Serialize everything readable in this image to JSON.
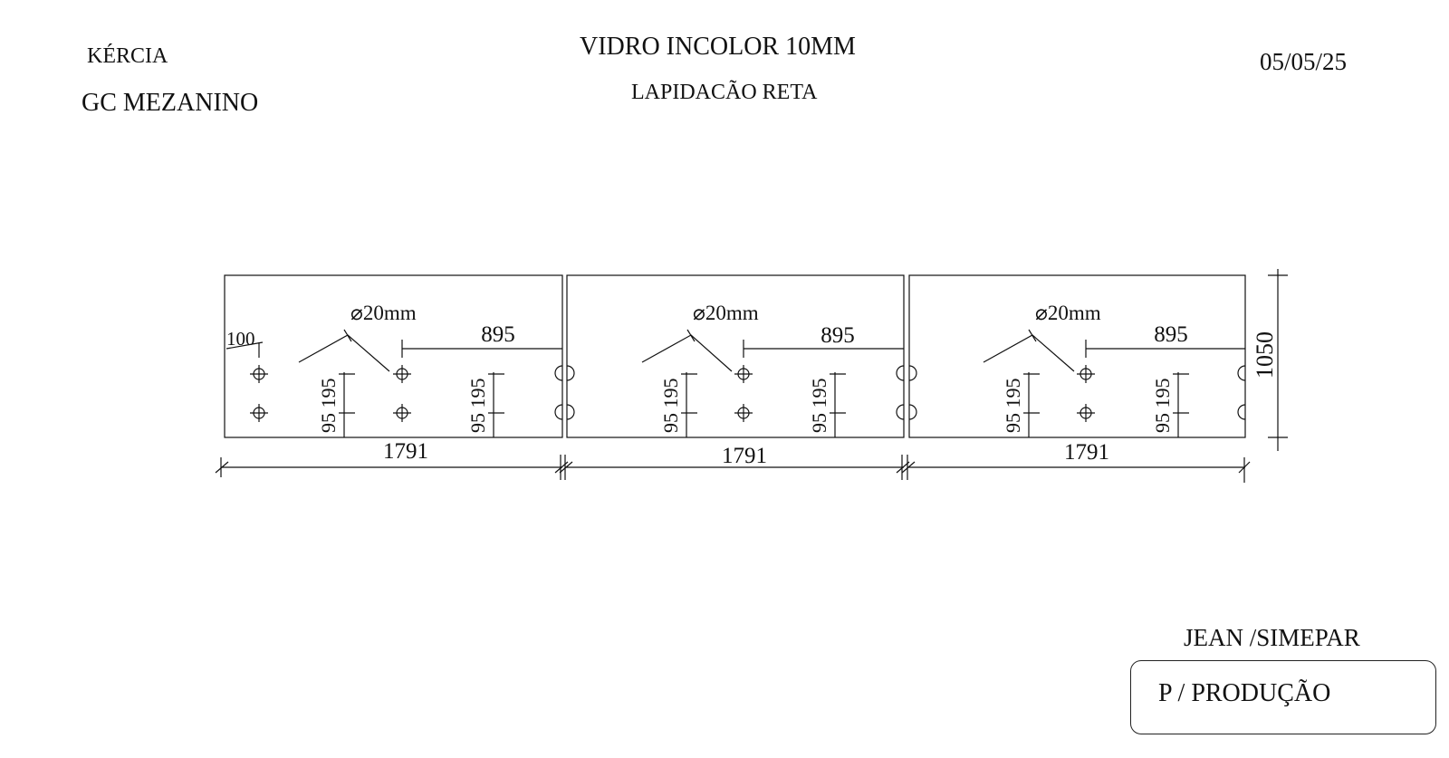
{
  "header": {
    "client": "KÉRCIA",
    "project": "GC MEZANINO",
    "material": "VIDRO INCOLOR 10MM",
    "finish": "LAPIDACÃO RETA",
    "date": "05/05/25"
  },
  "footer": {
    "author": "JEAN /SIMEPAR",
    "stamp": "P / PRODUÇÃO"
  },
  "panels": [
    {
      "width": "1791",
      "hole_label": "⌀20mm",
      "hole_offset": "895",
      "edge_offset": "100",
      "spacing_left": "95 195",
      "spacing_right": "95 195"
    },
    {
      "width": "1791",
      "hole_label": "⌀20mm",
      "hole_offset": "895",
      "spacing_left": "95 195",
      "spacing_right": "95 195"
    },
    {
      "width": "1791",
      "hole_label": "⌀20mm",
      "hole_offset": "895",
      "spacing_left": "95 195",
      "spacing_right": "95 195"
    }
  ],
  "height_dimension": "1050",
  "colors": {
    "ink": "#111111",
    "background": "#ffffff"
  }
}
